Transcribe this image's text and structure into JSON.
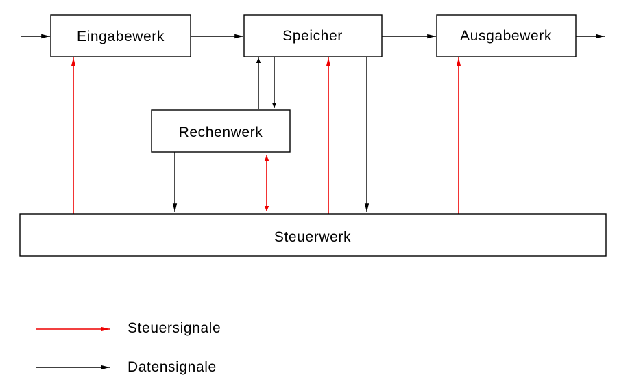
{
  "units": {
    "input": "Eingabewerk",
    "memory": "Speicher",
    "output": "Ausgabewerk",
    "alu": "Rechenwerk",
    "control": "Steuerwerk"
  },
  "legend": {
    "control_signals": "Steuersignale",
    "data_signals": "Datensignale"
  },
  "colors": {
    "control_signal": "#ee0000",
    "data_signal": "#000000"
  }
}
